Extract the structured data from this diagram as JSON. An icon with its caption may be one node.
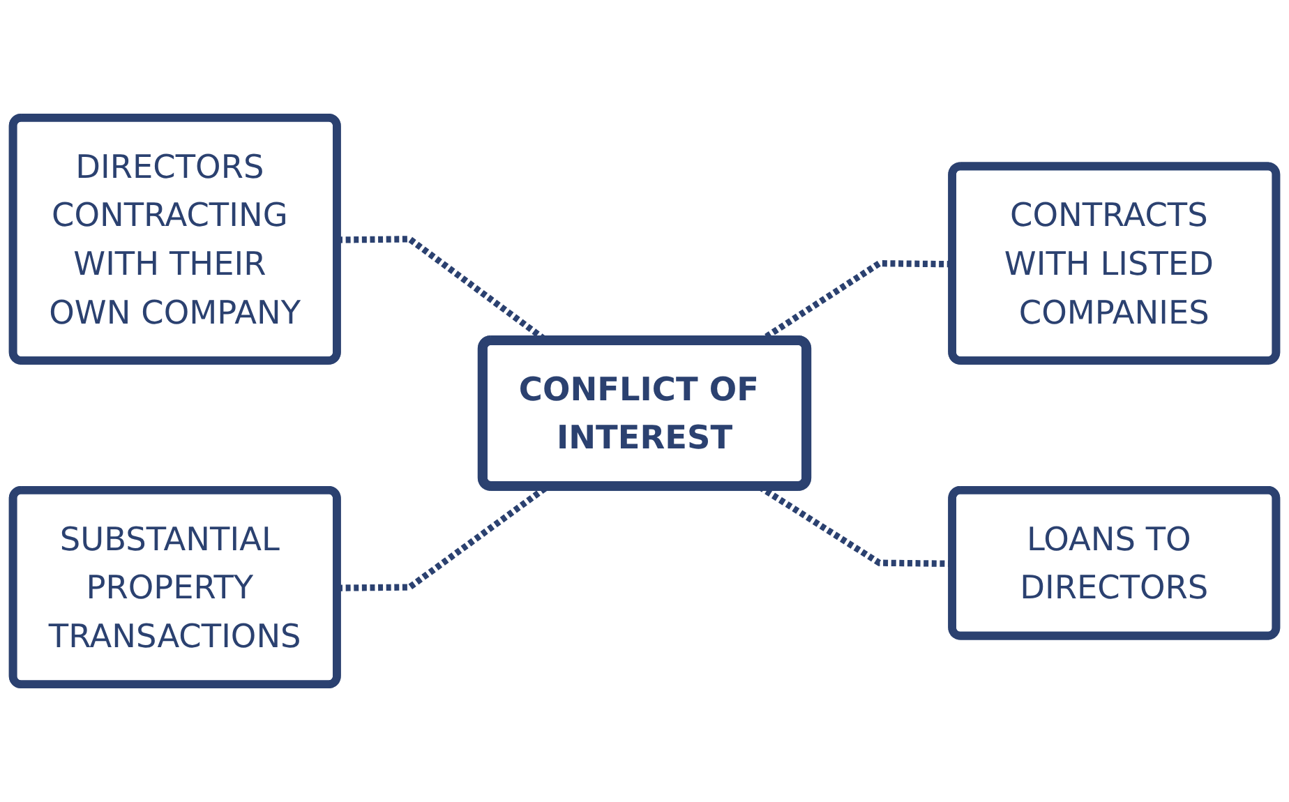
{
  "diagram": {
    "nodes": [
      {
        "text": [
          "DIRECTORS CONTRACTING WITH THEIR OWN COMPANY"
        ]
      },
      {
        "text": [
          "CONTRACTS WITH LISTED COMPANIES"
        ]
      },
      {
        "text": [
          "CONFLICT OF INTEREST"
        ]
      },
      {
        "text": [
          "SUBSTANTIAL PROPERTY TRANSACTIONS"
        ]
      },
      {
        "text": [
          "LOANS TO DIRECTORS"
        ]
      }
    ],
    "edges": [
      {
        "from": 0,
        "to": 2,
        "arrow": "none",
        "style": "dashed"
      },
      {
        "from": 2,
        "to": 1,
        "arrow": "none",
        "style": "dashed"
      },
      {
        "from": 3,
        "to": 2,
        "arrow": "none",
        "style": "dashed"
      },
      {
        "from": 2,
        "to": 4,
        "arrow": "none",
        "style": "dashed"
      }
    ]
  }
}
